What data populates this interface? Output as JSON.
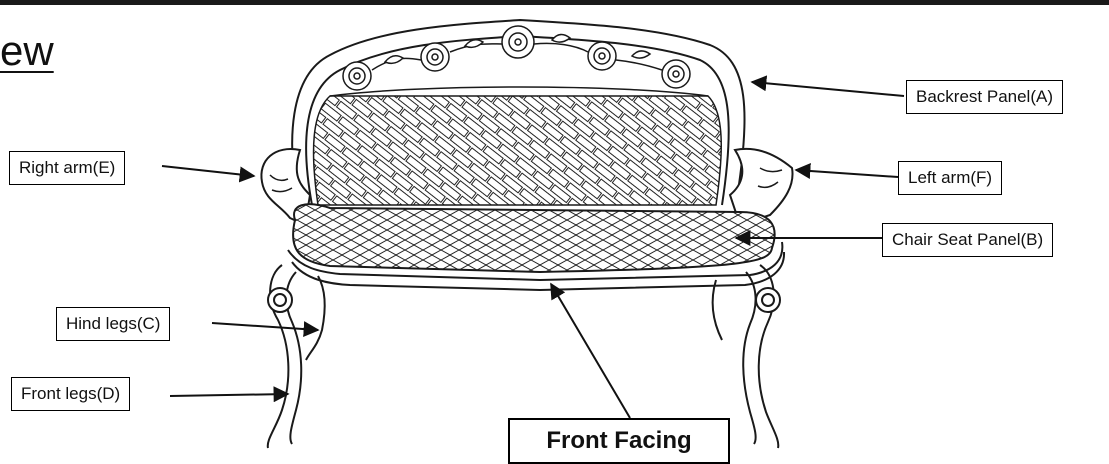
{
  "heading": "ew",
  "labels": {
    "backrest": "Backrest Panel(A)",
    "right_arm": "Right arm(E)",
    "left_arm": "Left arm(F)",
    "seat": "Chair Seat Panel(B)",
    "hind_legs": "Hind legs(C)",
    "front_legs": "Front legs(D)",
    "front_facing": "Front Facing"
  },
  "colors": {
    "line": "#1a1a1a",
    "background": "#ffffff"
  }
}
